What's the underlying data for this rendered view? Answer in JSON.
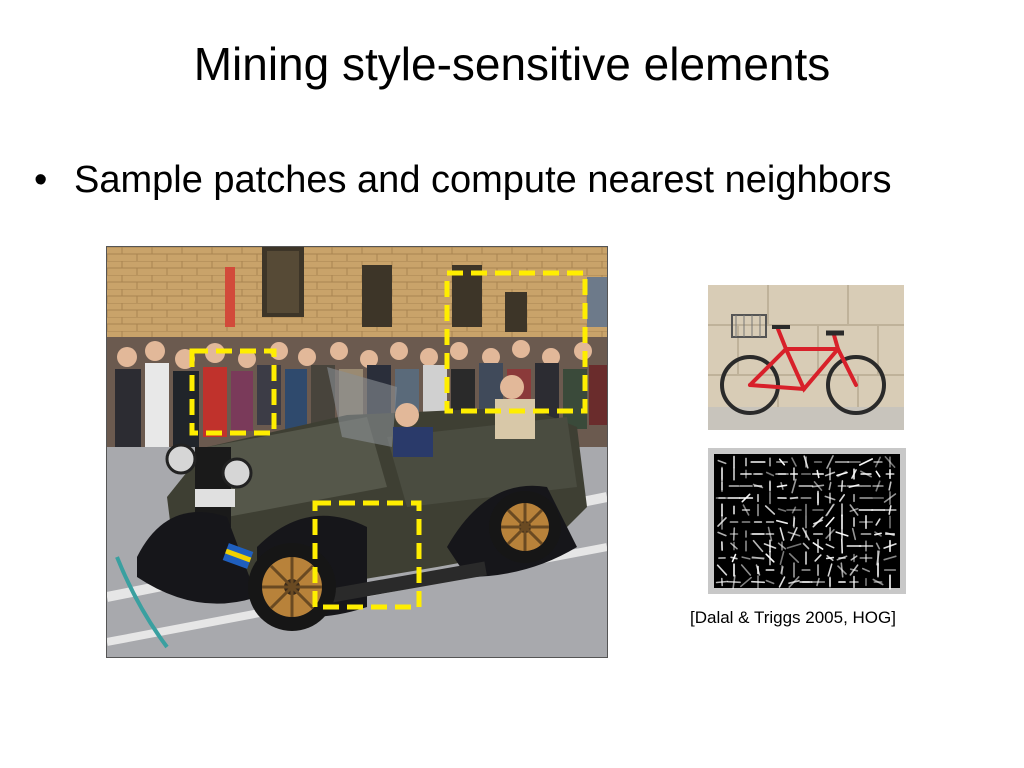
{
  "slide": {
    "title": "Mining style-sensitive elements",
    "bullets": [
      {
        "marker": "•",
        "text": "Sample patches and compute nearest neighbors"
      }
    ],
    "citation": "[Dalal & Triggs 2005, HOG]"
  },
  "images": {
    "main_photo": {
      "subject": "vintage car parade with crowd",
      "patch_count": 3,
      "patch_color": "#ffee00"
    },
    "example_patch": {
      "subject": "red bicycle against stone wall"
    },
    "hog_descriptor": {
      "subject": "HOG feature visualization"
    }
  },
  "colors": {
    "background": "#ffffff",
    "text": "#000000",
    "patch_outline": "#ffee00"
  }
}
